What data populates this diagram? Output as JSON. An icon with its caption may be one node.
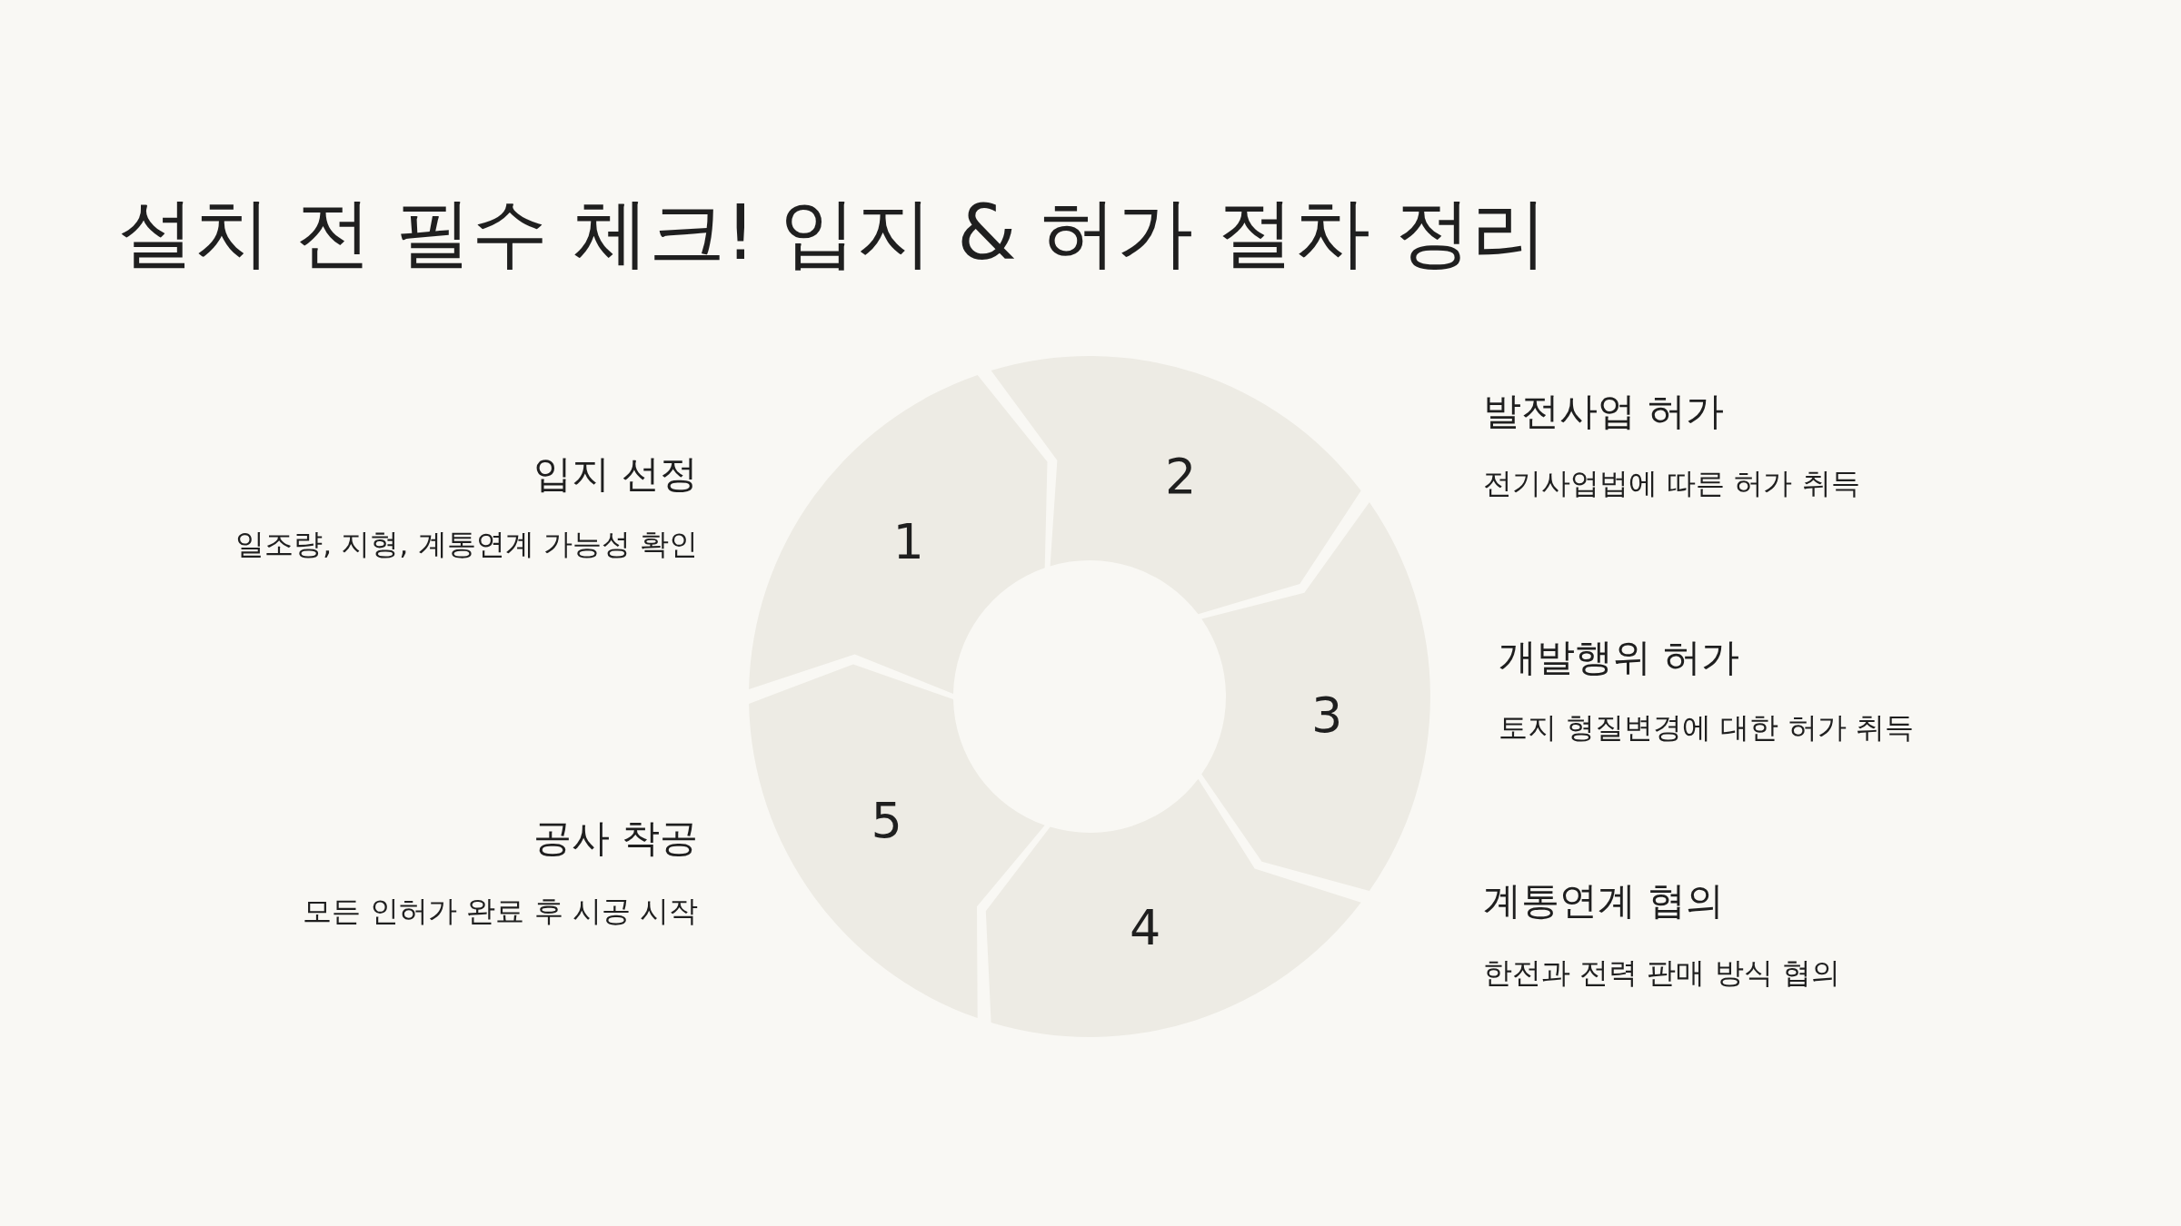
{
  "diagram": {
    "title": "설치 전 필수 체크! 입지 & 허가 절차 정리",
    "nodes": [
      {
        "text": [
          "1"
        ],
        "beside": [
          "입지 선정",
          "일조량, 지형, 계통연계 가능성 확인"
        ]
      },
      {
        "text": [
          "2"
        ],
        "beside": [
          "발전사업 허가",
          "전기사업법에 따른 허가 취득"
        ]
      },
      {
        "text": [
          "3"
        ],
        "beside": [
          "개발행위 허가",
          "토지 형질변경에 대한 허가 취득"
        ]
      },
      {
        "text": [
          "4"
        ],
        "beside": [
          "계통연계 협의",
          "한전과 전력 판매 방식 협의"
        ]
      },
      {
        "text": [
          "5"
        ],
        "beside": [
          "공사 착공",
          "모든 인허가 완료 후 시공 시작"
        ]
      }
    ],
    "edges": []
  }
}
